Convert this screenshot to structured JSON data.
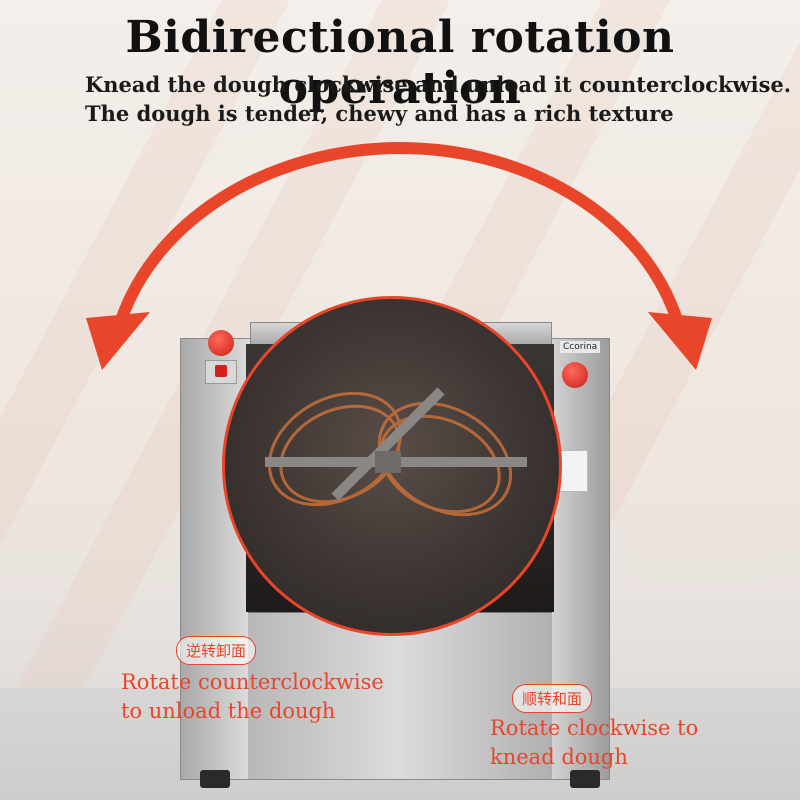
{
  "headline": "Bidirectional rotation operation",
  "subtitle_line1": "Knead the dough clockwise and unload it counterclockwise.",
  "subtitle_line2": "The dough is tender, chewy and has a rich texture",
  "left_badge": "逆转卸面",
  "left_caption_line1": "Rotate counterclockwise",
  "left_caption_line2": "to unload the dough",
  "right_badge": "顺转和面",
  "right_caption_line1": "Rotate clockwise to",
  "right_caption_line2": "knead dough",
  "brand": "Ccorina",
  "colors": {
    "accent": "#e8452a",
    "steel": "#c8c8c8",
    "bowl": "#1e1b1a"
  },
  "icons": [
    "curved-double-arrow",
    "red-knob",
    "red-valve"
  ]
}
